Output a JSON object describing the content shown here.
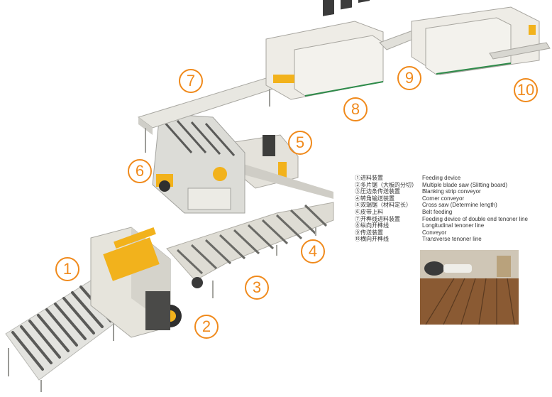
{
  "callouts": [
    "①",
    "②",
    "③",
    "④",
    "⑤",
    "⑥",
    "⑦",
    "⑧",
    "⑨",
    "⑩"
  ],
  "callout_digits": [
    "1",
    "2",
    "3",
    "4",
    "5",
    "6",
    "7",
    "8",
    "9",
    "10"
  ],
  "legend": [
    {
      "cn": "①进料装置",
      "en": "Feeding device"
    },
    {
      "cn": "②多片锯（大板的分切）",
      "en": "Multiple blade saw (Slitting board)"
    },
    {
      "cn": "③压边条传送装置",
      "en": "Blanking strip conveyor"
    },
    {
      "cn": "④转角输送装置",
      "en": "Corner conveyor"
    },
    {
      "cn": "⑤双端锯（材料定长）",
      "en": "Cross saw (Determine length)"
    },
    {
      "cn": "⑥皮带上料",
      "en": "Belt feeding"
    },
    {
      "cn": "⑦开榫线进料装置",
      "en": "Feeding device of double end tenoner line"
    },
    {
      "cn": "⑧纵向开榫线",
      "en": "Longitudinal tenoner line"
    },
    {
      "cn": "⑨传送装置",
      "en": "Conveyor"
    },
    {
      "cn": "⑩横向开榫线",
      "en": "Transverse tenoner line"
    }
  ],
  "colors": {
    "accent": "#f08a1c",
    "machine": "#e8e6df",
    "yellow": "#f2b21c",
    "frame": "#cfd0cc",
    "dark": "#3a3a3a"
  }
}
